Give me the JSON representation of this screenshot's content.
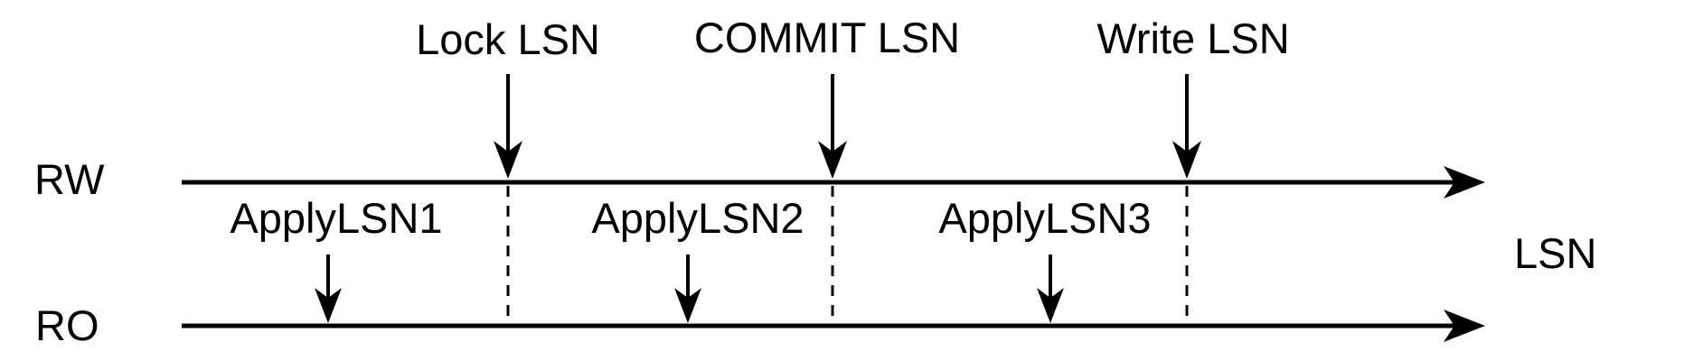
{
  "diagram": {
    "rw_timeline": {
      "label": "RW",
      "markers": [
        {
          "label": "Lock LSN"
        },
        {
          "label": "COMMIT LSN"
        },
        {
          "label": "Write LSN"
        }
      ]
    },
    "ro_timeline": {
      "label": "RO",
      "markers": [
        {
          "label": "ApplyLSN1"
        },
        {
          "label": "ApplyLSN2"
        },
        {
          "label": "ApplyLSN3"
        }
      ]
    },
    "axis_label": "LSN",
    "colors": {
      "line": "#000000",
      "text": "#000000",
      "background": "#ffffff"
    }
  }
}
